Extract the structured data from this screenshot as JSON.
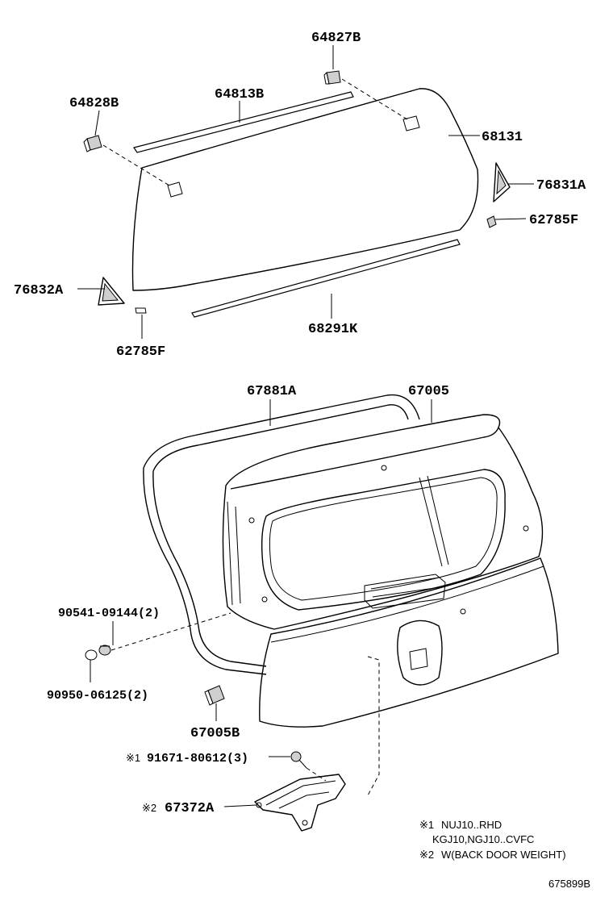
{
  "labels": {
    "p64827B": "64827B",
    "p64813B": "64813B",
    "p64828B": "64828B",
    "p68131": "68131",
    "p76831A": "76831A",
    "p62785F_right": "62785F",
    "p76832A": "76832A",
    "p68291K": "68291K",
    "p62785F_left": "62785F",
    "p67881A": "67881A",
    "p67005": "67005",
    "p90541": "90541-09144(2)",
    "p90950": "90950-06125(2)",
    "p67005B": "67005B",
    "p91671_mark": "※1",
    "p91671": "91671-80612(3)",
    "p67372A_mark": "※2",
    "p67372A": "67372A"
  },
  "notes": {
    "n1_mark": "※1",
    "n1_line1": "NUJ10..RHD",
    "n1_line2": "KGJ10,NGJ10..CVFC",
    "n2_mark": "※2",
    "n2_line": "W(BACK DOOR WEIGHT)"
  },
  "figure_number": "675899B"
}
